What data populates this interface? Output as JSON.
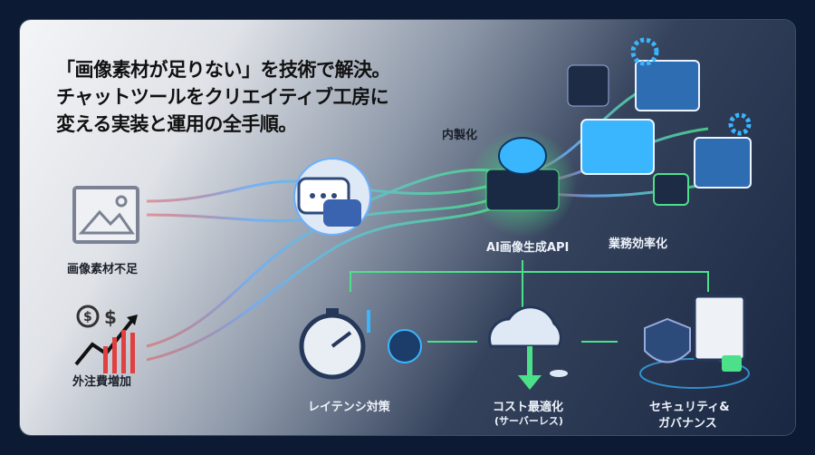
{
  "headline": {
    "lines": [
      "「画像素材が足りない」を技術で解決。",
      "チャットツールをクリエイティブ工房に",
      "変える実装と運用の全手順。"
    ]
  },
  "labels": {
    "inhouse": "内製化",
    "api": "AI画像生成API",
    "efficiency": "業務効率化",
    "shortage": "画像素材不足",
    "outsourcing": "外注費増加",
    "latency": "レイテンシ対策",
    "cost": "コスト最適化",
    "cost_sub": "(サーバーレス)",
    "security_line1": "セキュリティ&",
    "security_line2": "ガバナンス"
  },
  "colors": {
    "accent_green": "#4de08a",
    "accent_blue": "#3ab6ff",
    "alert_red": "#e04040",
    "navy": "#0d1a33"
  }
}
